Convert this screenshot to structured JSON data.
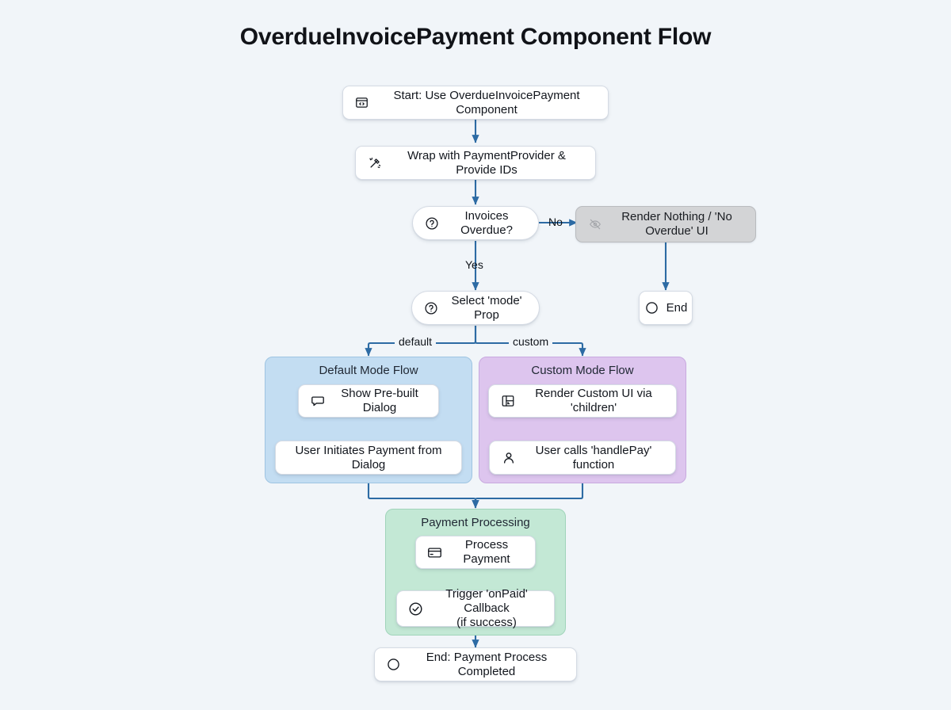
{
  "page": {
    "title": "OverdueInvoicePayment Component Flow",
    "background": "#f1f5f9",
    "edge_color": "#2d6ba4"
  },
  "nodes": {
    "start": {
      "label": "Start: Use OverdueInvoicePayment Component",
      "icon": "code-window-icon"
    },
    "wrap": {
      "label": "Wrap with PaymentProvider & Provide IDs",
      "icon": "wand-icon"
    },
    "overdue_decision": {
      "label": "Invoices Overdue?",
      "icon": "question-circle-icon"
    },
    "render_nothing": {
      "label": "Render Nothing / 'No Overdue' UI",
      "icon": "eye-off-icon"
    },
    "end_no": {
      "label": "End",
      "icon": "circle-icon"
    },
    "mode_decision": {
      "label": "Select 'mode' Prop",
      "icon": "question-circle-icon"
    },
    "show_dialog": {
      "label": "Show Pre-built Dialog",
      "icon": "chat-bubble-icon"
    },
    "user_initiates": {
      "label": "User Initiates Payment from Dialog",
      "icon": ""
    },
    "render_custom": {
      "label": "Render Custom UI via 'children'",
      "icon": "layout-panel-icon"
    },
    "user_calls": {
      "label": "User calls 'handlePay' function",
      "icon": "person-icon"
    },
    "process_payment": {
      "label": "Process Payment",
      "icon": "credit-card-icon"
    },
    "trigger_onpaid": {
      "label": "Trigger 'onPaid' Callback\n(if success)",
      "icon": "check-circle-icon"
    },
    "end_final": {
      "label": "End: Payment Process Completed",
      "icon": "circle-icon"
    }
  },
  "clusters": {
    "default_mode": {
      "title": "Default Mode Flow",
      "color": "#c3ddf2"
    },
    "custom_mode": {
      "title": "Custom Mode Flow",
      "color": "#ddc5ee"
    },
    "payment_processing": {
      "title": "Payment Processing",
      "color": "#c3e8d5"
    }
  },
  "edge_labels": {
    "no": "No",
    "yes": "Yes",
    "default": "default",
    "custom": "custom"
  },
  "chart_data": {
    "type": "diagram",
    "title": "OverdueInvoicePayment Component Flow",
    "nodes": [
      {
        "id": "start",
        "label": "Start: Use OverdueInvoicePayment Component",
        "shape": "rounded"
      },
      {
        "id": "wrap",
        "label": "Wrap with PaymentProvider & Provide IDs",
        "shape": "rounded"
      },
      {
        "id": "overdue_decision",
        "label": "Invoices Overdue?",
        "shape": "decision"
      },
      {
        "id": "render_nothing",
        "label": "Render Nothing / 'No Overdue' UI",
        "shape": "rounded"
      },
      {
        "id": "end_no",
        "label": "End",
        "shape": "terminal"
      },
      {
        "id": "mode_decision",
        "label": "Select 'mode' Prop",
        "shape": "decision"
      },
      {
        "id": "show_dialog",
        "label": "Show Pre-built Dialog",
        "shape": "rounded",
        "group": "default_mode"
      },
      {
        "id": "user_initiates",
        "label": "User Initiates Payment from Dialog",
        "shape": "rounded",
        "group": "default_mode"
      },
      {
        "id": "render_custom",
        "label": "Render Custom UI via 'children'",
        "shape": "rounded",
        "group": "custom_mode"
      },
      {
        "id": "user_calls",
        "label": "User calls 'handlePay' function",
        "shape": "rounded",
        "group": "custom_mode"
      },
      {
        "id": "process_payment",
        "label": "Process Payment",
        "shape": "rounded",
        "group": "payment_processing"
      },
      {
        "id": "trigger_onpaid",
        "label": "Trigger 'onPaid' Callback (if success)",
        "shape": "rounded",
        "group": "payment_processing"
      },
      {
        "id": "end_final",
        "label": "End: Payment Process Completed",
        "shape": "terminal"
      }
    ],
    "edges": [
      {
        "from": "start",
        "to": "wrap",
        "label": ""
      },
      {
        "from": "wrap",
        "to": "overdue_decision",
        "label": ""
      },
      {
        "from": "overdue_decision",
        "to": "render_nothing",
        "label": "No"
      },
      {
        "from": "overdue_decision",
        "to": "mode_decision",
        "label": "Yes"
      },
      {
        "from": "render_nothing",
        "to": "end_no",
        "label": ""
      },
      {
        "from": "mode_decision",
        "to": "show_dialog",
        "label": "default"
      },
      {
        "from": "mode_decision",
        "to": "render_custom",
        "label": "custom"
      },
      {
        "from": "show_dialog",
        "to": "user_initiates",
        "label": ""
      },
      {
        "from": "render_custom",
        "to": "user_calls",
        "label": ""
      },
      {
        "from": "user_initiates",
        "to": "process_payment",
        "label": ""
      },
      {
        "from": "user_calls",
        "to": "process_payment",
        "label": ""
      },
      {
        "from": "process_payment",
        "to": "trigger_onpaid",
        "label": ""
      },
      {
        "from": "trigger_onpaid",
        "to": "end_final",
        "label": ""
      }
    ],
    "direction": "top-down"
  }
}
